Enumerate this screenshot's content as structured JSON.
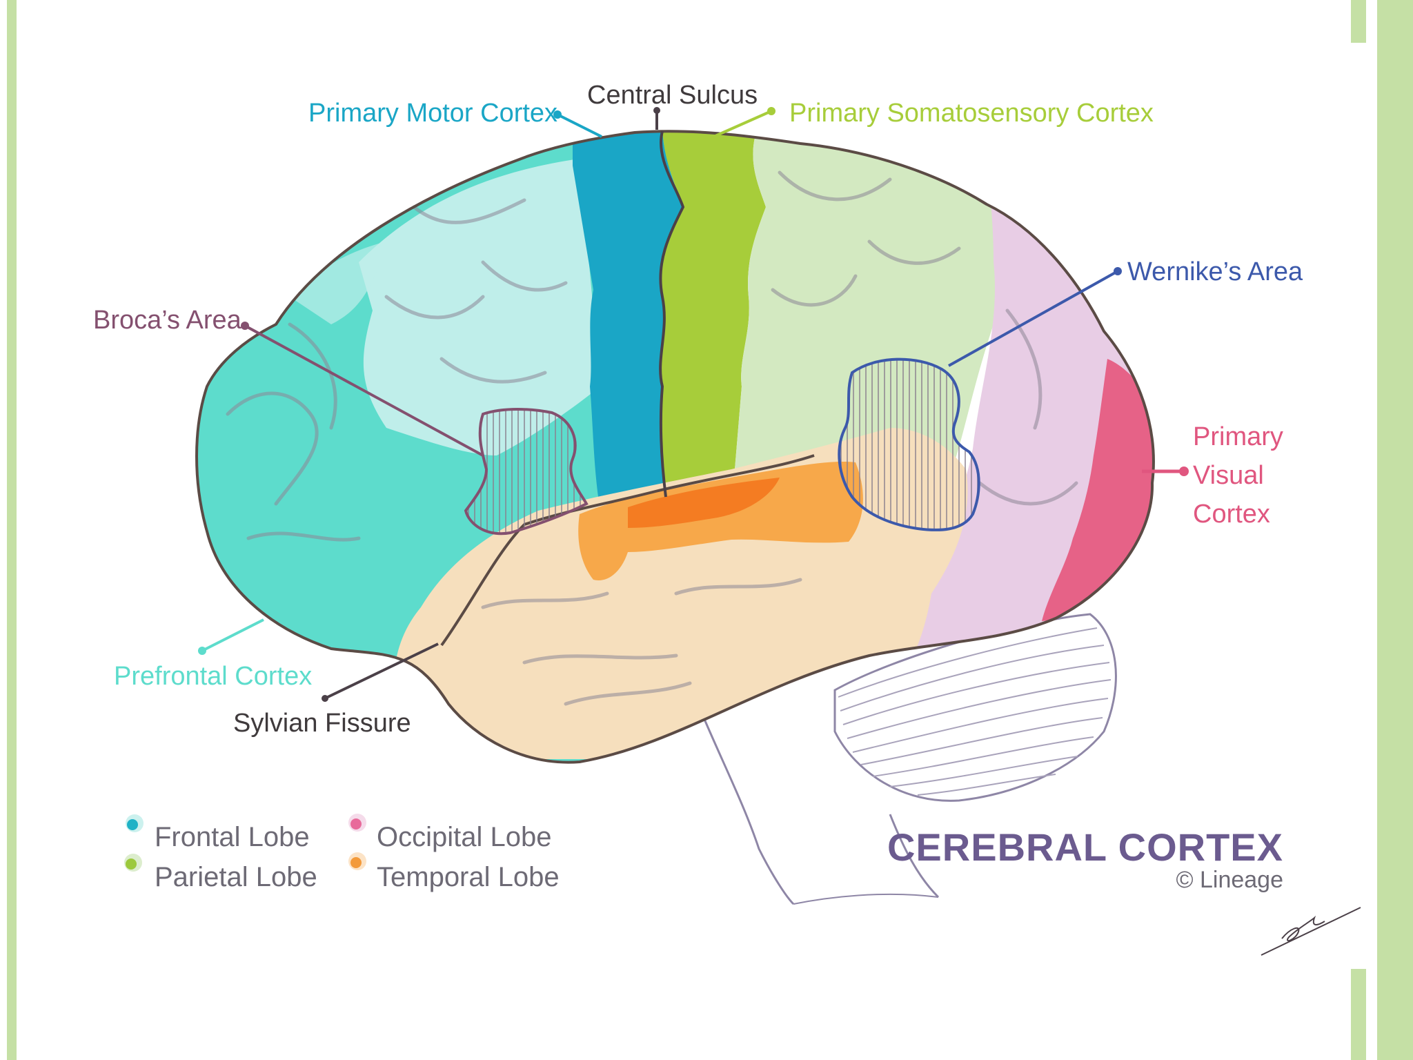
{
  "colors": {
    "frame": "#c5e0a5",
    "frontal": "#5ddccc",
    "frontal_light": "#bfeeea",
    "motor": "#1aa6c6",
    "somatosensory": "#a7cd3a",
    "parietal": "#d3e9c1",
    "occipital": "#e8cde5",
    "visual": "#e66287",
    "temporal": "#f6dfbd",
    "temporal_accent": "#f7a84a",
    "broca": "#84506f",
    "wernike": "#3c59ab"
  },
  "labels": {
    "central_sulcus": "Central Sulcus",
    "primary_motor_cortex": "Primary Motor Cortex",
    "primary_somatosensory_cortex": "Primary Somatosensory Cortex",
    "brocas_area": "Broca’s Area",
    "wernikes_area": "Wernike’s Area",
    "primary_visual_cortex": [
      "Primary",
      "Visual",
      "Cortex"
    ],
    "prefrontal_cortex": "Prefrontal Cortex",
    "sylvian_fissure": "Sylvian Fissure"
  },
  "legend": [
    {
      "label": "Frontal Lobe",
      "color": "#1fb2c6"
    },
    {
      "label": "Parietal Lobe",
      "color": "#9cc93c"
    },
    {
      "label": "Occipital Lobe",
      "color": "#e86a9a"
    },
    {
      "label": "Temporal Lobe",
      "color": "#f39a3a"
    }
  ],
  "title": "CEREBRAL CORTEX",
  "credit": "© Lineage",
  "signature": "signature-mark"
}
